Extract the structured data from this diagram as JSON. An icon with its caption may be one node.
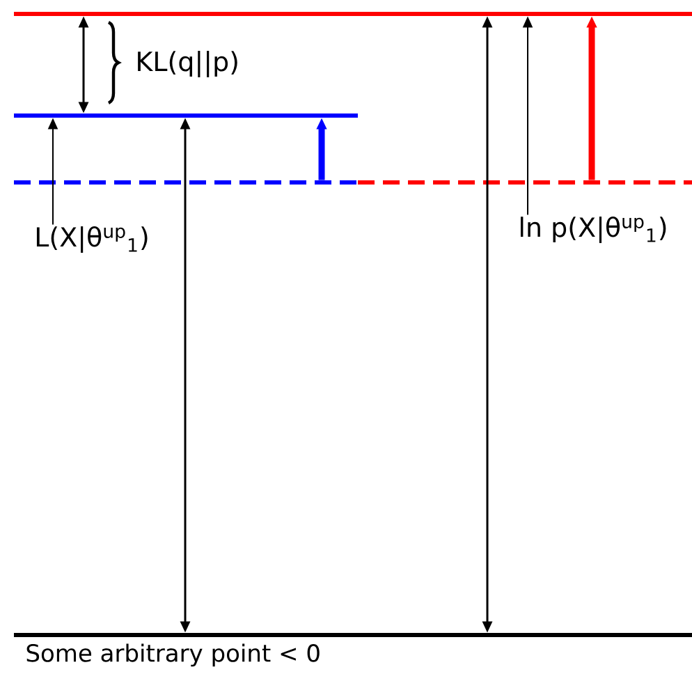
{
  "diagram": {
    "nodes": [
      {
        "text": [],
        "shape": "bar"
      },
      {
        "text": [],
        "shape": "bar"
      },
      {
        "text": [],
        "shape": "bar"
      },
      {
        "text": [],
        "shape": "bar"
      },
      {
        "text": [],
        "shape": "bar",
        "beside": [
          "Some arbitrary point < 0"
        ]
      },
      {
        "text": [
          "L(X|θ$^{up}$$_{1}$)"
        ]
      },
      {
        "text": [
          "ln p(X|θ$^{up}$$_{1}$)"
        ]
      }
    ],
    "edges": [
      {
        "from": 1,
        "to": 0,
        "arrow": "both",
        "label": "KL(q||p)"
      },
      {
        "from": 4,
        "to": 1,
        "arrow": "both"
      },
      {
        "from": 4,
        "to": 0,
        "arrow": "both"
      },
      {
        "from": 2,
        "to": 1,
        "arrow": "to",
        "style": "thick",
        "color": "#0000ff"
      },
      {
        "from": 3,
        "to": 0,
        "arrow": "to",
        "style": "thick",
        "color": "#ff0000"
      },
      {
        "from": 5,
        "to": 1,
        "arrow": "to"
      },
      {
        "from": 6,
        "to": 0,
        "arrow": "to"
      }
    ]
  }
}
